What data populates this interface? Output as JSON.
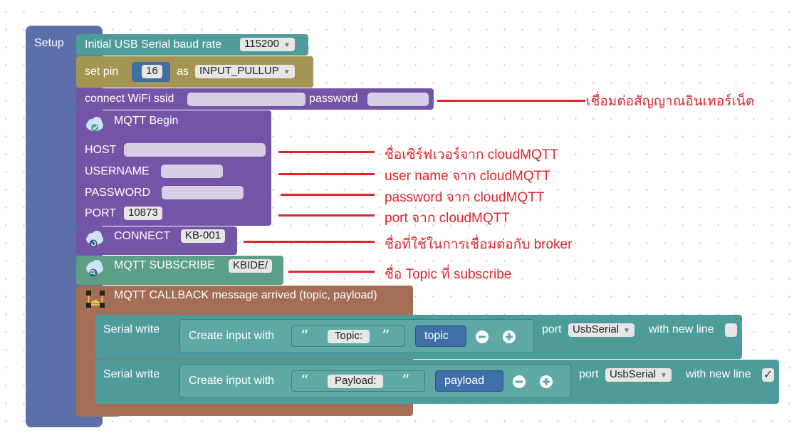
{
  "setup": {
    "label": "Setup"
  },
  "baud": {
    "label": "Initial USB Serial baud rate",
    "value": "115200"
  },
  "pin": {
    "label": "set pin",
    "number": "16",
    "as": "as",
    "mode": "INPUT_PULLUP"
  },
  "wifi": {
    "label": "connect WiFi ssid",
    "password_label": "password"
  },
  "mqtt_begin": {
    "title": "MQTT Begin",
    "host": "HOST",
    "username": "USERNAME",
    "password": "PASSWORD",
    "port_label": "PORT",
    "port": "10873"
  },
  "connect": {
    "label": "CONNECT",
    "value": "KB-001"
  },
  "subscribe": {
    "label": "MQTT SUBSCRIBE",
    "value": "KBIDE/"
  },
  "callback": {
    "label": "MQTT CALLBACK message arrived (topic, payload)"
  },
  "serial1": {
    "label": "Serial write",
    "create": "Create input with",
    "q_open": "“",
    "q_close": "”",
    "text": "Topic:",
    "var": "topic",
    "port_label": "port",
    "port": "UsbSerial",
    "newline": "with new line",
    "checked": false
  },
  "serial2": {
    "label": "Serial write",
    "create": "Create input with",
    "q_open": "“",
    "q_close": "”",
    "text": "Payload:",
    "var": "payload",
    "port_label": "port",
    "port": "UsbSerial",
    "newline": "with new line",
    "checked": true
  },
  "notes": [
    "เชื่อมต่อสัญญาณอินเทอร์เน็ต",
    "ชื่อเซิร์ฟเวอร์จาก cloudMQTT",
    "user name จาก cloudMQTT",
    "password จาก cloudMQTT",
    "port จาก cloudMQTT",
    "ชื่อที่ใช้ในการเชื่อมต่อกับ broker",
    "ชื่อ Topic ที่ subscribe"
  ],
  "colors": {
    "setup": "#5b6fa9",
    "serial": "#4e9c9a",
    "pin": "#a59555",
    "mqtt": "#7454a6",
    "callback": "#a36e55",
    "subscribe": "#5b9f87",
    "annotation": "#e0252b"
  }
}
